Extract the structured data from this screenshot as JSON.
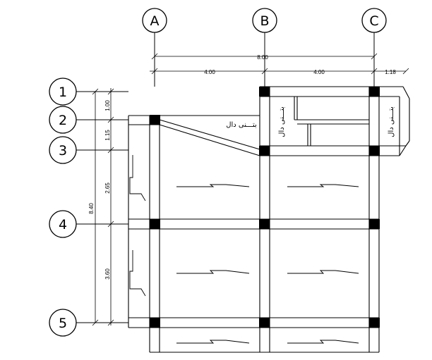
{
  "grid_columns": [
    "A",
    "B",
    "C"
  ],
  "grid_rows": [
    "1",
    "2",
    "3",
    "4",
    "5"
  ],
  "dimensions": {
    "overall_horizontal": "8.00",
    "bay_a_b": "4.00",
    "bay_b_c": "4.00",
    "overhang_right": "1.18",
    "overall_vertical": "8.40",
    "span_1_2": "1.00",
    "span_2_3": "1.15",
    "span_3_4": "2.65",
    "span_4_5": "3.60"
  },
  "labels": {
    "slab_concrete": "بتـــنی دال",
    "slab_left": "بتـــنی دال",
    "slab_right": "بتـــنی دال"
  }
}
